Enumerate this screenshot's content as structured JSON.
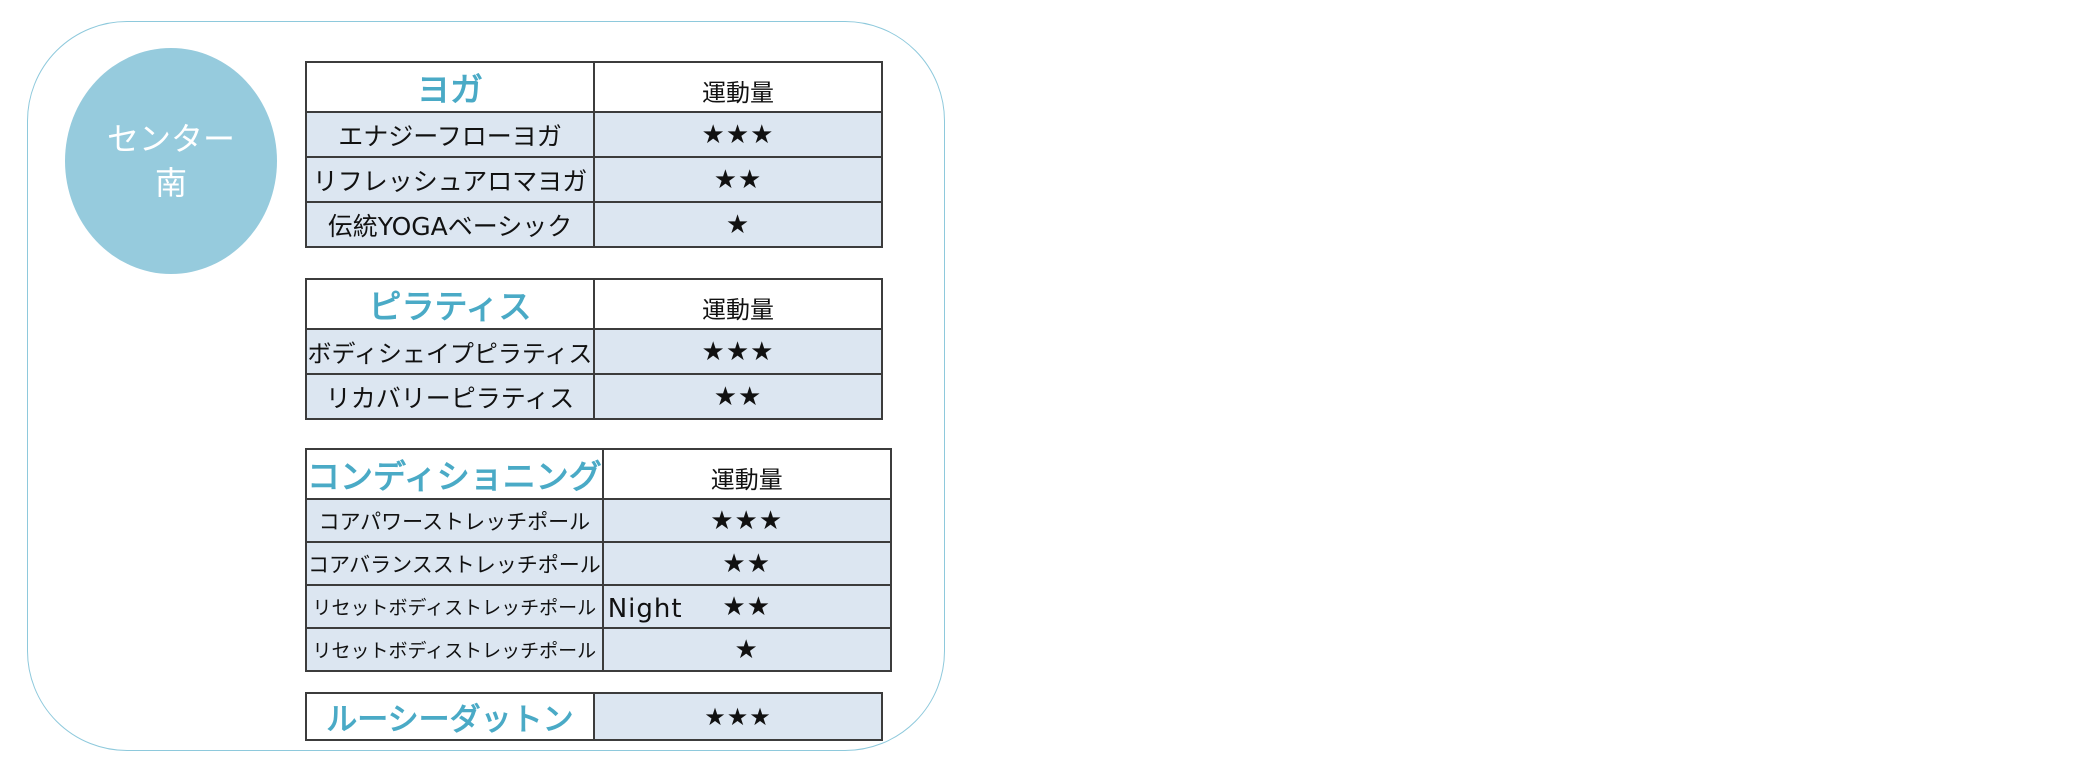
{
  "center": {
    "label": "センター南"
  },
  "sections": [
    {
      "title": "ヨガ",
      "header": "運動量",
      "rows": [
        {
          "name": "エナジーフローヨガ",
          "stars": "★★★"
        },
        {
          "name": "リフレッシュアロマヨガ",
          "stars": "★★"
        },
        {
          "name": "伝統YOGAベーシック",
          "stars": "★"
        }
      ]
    },
    {
      "title": "ピラティス",
      "header": "運動量",
      "rows": [
        {
          "name": "ボディシェイプピラティス",
          "stars": "★★★"
        },
        {
          "name": "リカバリーピラティス",
          "stars": "★★"
        }
      ]
    },
    {
      "title": "コンディショニング",
      "header": "運動量",
      "rows": [
        {
          "name": "コアパワーストレッチポール",
          "stars": "★★★"
        },
        {
          "name": "コアバランスストレッチポール",
          "stars": "★★"
        },
        {
          "name": "リセットボディストレッチポール",
          "tag": "Night",
          "stars": "★★"
        },
        {
          "name": "リセットボディストレッチポール",
          "stars": "★"
        }
      ]
    },
    {
      "title": "ルーシーダットン",
      "stars": "★★★"
    }
  ],
  "colors": {
    "accent": "#4aaac6",
    "circle": "#96cbdd",
    "panel_border": "#8ec9dc",
    "row_fill": "#dce6f1",
    "table_border": "#3c3c3c"
  }
}
